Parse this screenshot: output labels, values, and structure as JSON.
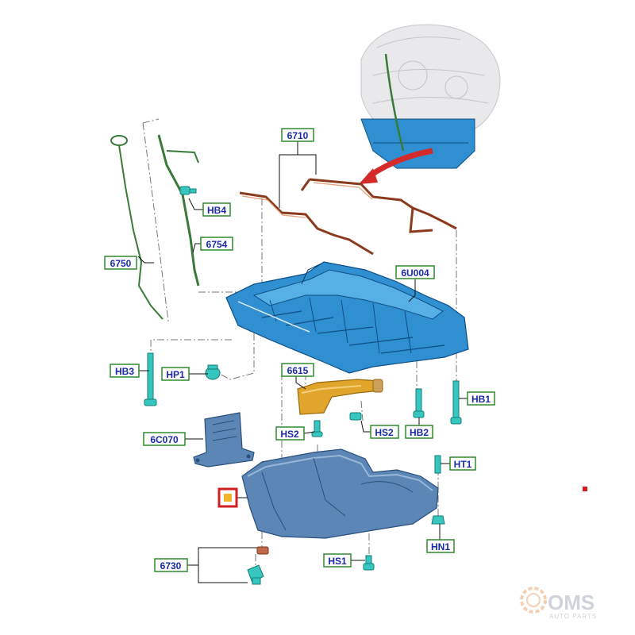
{
  "callouts": {
    "c6710": "6710",
    "cHB4": "HB4",
    "c6754": "6754",
    "c6750": "6750",
    "c6U004": "6U004",
    "cHB3": "HB3",
    "cHP1": "HP1",
    "c6615": "6615",
    "cHB1": "HB1",
    "cHS2a": "HS2",
    "cHS2b": "HS2",
    "cHB2": "HB2",
    "c6C070": "6C070",
    "cHT1": "HT1",
    "cHN1": "HN1",
    "c6730": "6730",
    "cHS1": "HS1"
  },
  "watermark": {
    "brand": "OMS",
    "tagline": "AUTO PARTS"
  },
  "colors": {
    "callout_text": "#1a2aa8",
    "callout_border": "#2e8a2e",
    "part_blue": "#2f8fd0",
    "gasket": "#8b3b1d",
    "pickup_tube": "#e0a52a",
    "marker_red": "#d11f1f"
  }
}
